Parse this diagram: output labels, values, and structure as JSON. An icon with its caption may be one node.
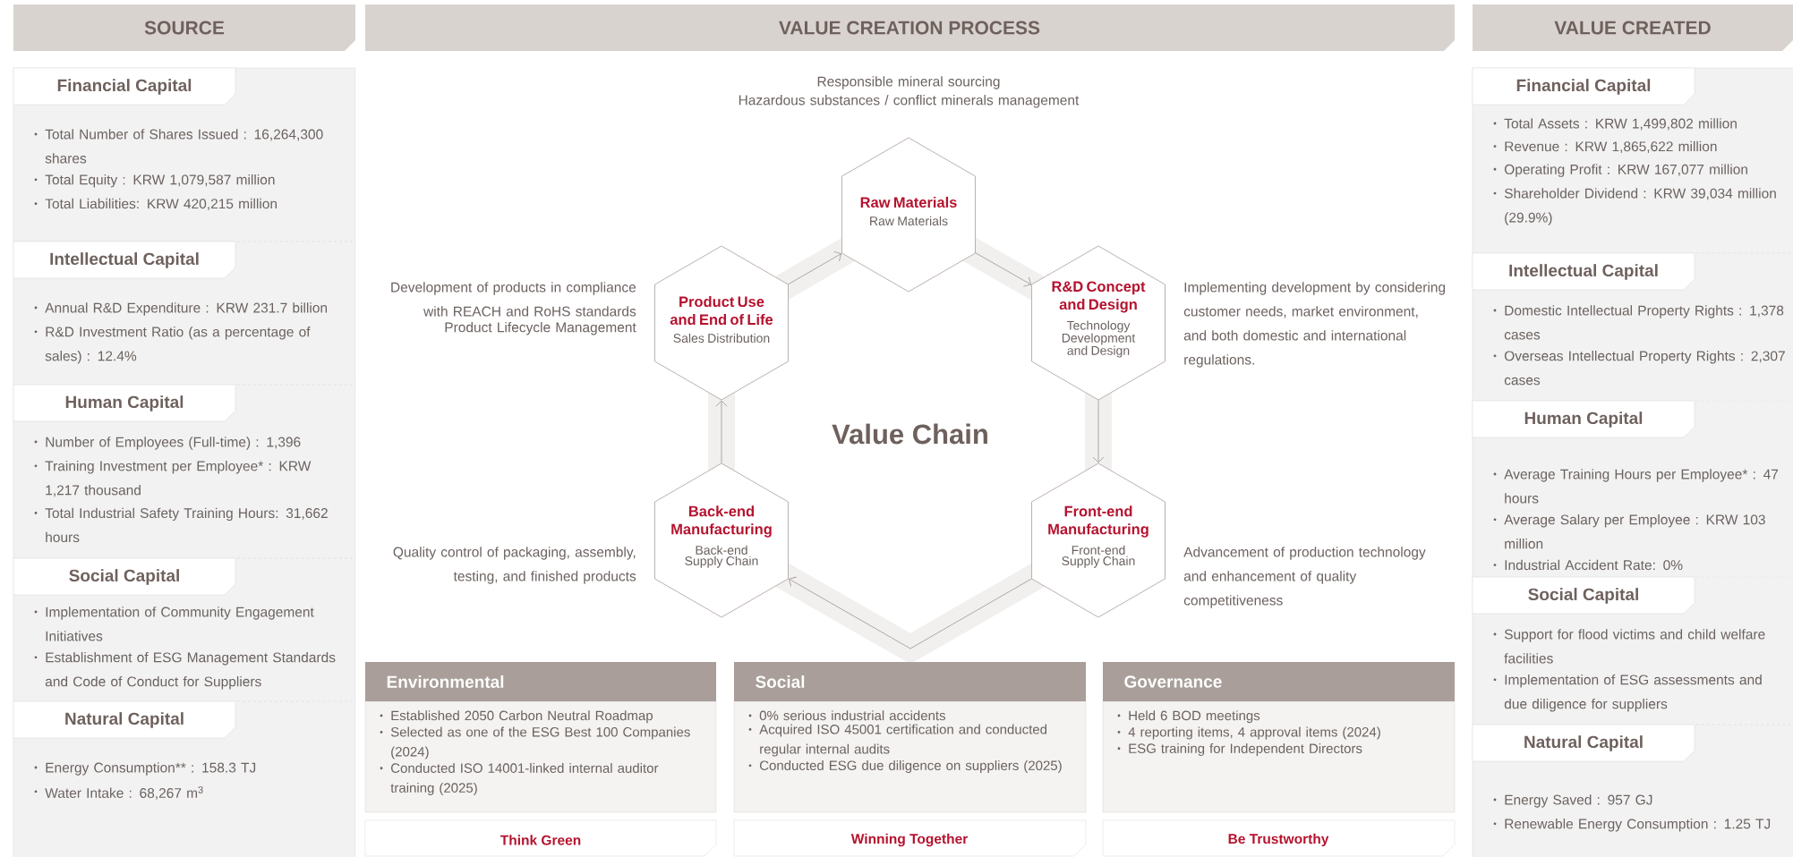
{
  "diagram": {
    "nodes": [
      {
        "text": [
          "SOURCE"
        ]
      },
      {
        "text": [
          "Financial Capital",
          "Total Number of Shares Issued : 16,264,300 shares",
          "Total Equity : KRW 1,079,587 million",
          "Total Liabilities: KRW 420,215 million"
        ]
      },
      {
        "text": [
          "Intellectual Capital",
          "Annual R&D Expenditure : KRW 231.7 billion",
          "R&D Investment Ratio (as a percentage of sales) : 12.4%"
        ]
      },
      {
        "text": [
          "Human Capital",
          "Number of Employees (Full-time) : 1,396",
          "Training Investment per Employee* : KRW 1,217 thousand",
          "Total Industrial Safety Training Hours: 31,662 hours"
        ]
      },
      {
        "text": [
          "Social Capital",
          "Implementation of Community Engagement Initiatives",
          "Establishment of ESG Management Standards and Code of Conduct for Suppliers"
        ]
      },
      {
        "text": [
          "Natural Capital",
          "Energy Consumption** : 158.3 TJ",
          "Water Intake : 68,267 m$^{3}$"
        ]
      },
      {
        "text": [
          "VALUE CREATION PROCESS"
        ]
      },
      {
        "text": [
          "Raw Materials",
          "Raw Materials"
        ],
        "beside": [
          "Responsible mineral sourcing",
          "Hazardous substances / conflict minerals management"
        ]
      },
      {
        "text": [
          "R&D Concept and Design",
          "Technology Development and Design"
        ],
        "beside": [
          "Implementing development by considering customer needs, market environment, and both domestic and international regulations."
        ]
      },
      {
        "text": [
          "Front-end Manufacturing",
          "Front-end Supply Chain"
        ],
        "beside": [
          "Advancement of production technology and enhancement of quality competitiveness"
        ]
      },
      {
        "text": [
          "Back-end Manufacturing",
          "Back-end Supply Chain"
        ],
        "beside": [
          "Quality control of packaging, assembly, testing, and finished products"
        ]
      },
      {
        "text": [
          "Product Use and End of Life",
          "Sales Distribution"
        ],
        "beside": [
          "Development of products in compliance with REACH and RoHS standards",
          "Product Lifecycle Management"
        ]
      },
      {
        "text": [
          "Environmental",
          "Established 2050 Carbon Neutral Roadmap",
          "Selected as one of the ESG Best 100 Companies (2024)",
          "Conducted ISO 14001-linked internal auditor training (2025)"
        ]
      },
      {
        "text": [
          "Social",
          "0% serious industrial accidents",
          "Acquired ISO 45001 certification and conducted regular internal audits",
          "Conducted ESG due diligence on suppliers (2025)"
        ]
      },
      {
        "text": [
          "Governance",
          "Held 6 BOD meetings",
          "4 reporting items, 4 approval items (2024)",
          "ESG training for Independent Directors"
        ]
      },
      {
        "text": [
          "Think Green"
        ]
      },
      {
        "text": [
          "Winning Together"
        ]
      },
      {
        "text": [
          "Be Trustworthy"
        ]
      },
      {
        "text": [
          "VALUE CREATED"
        ]
      },
      {
        "text": [
          "Financial Capital",
          "Total Assets : KRW 1,499,802 million",
          "Revenue : KRW 1,865,622 million",
          "Operating Profit : KRW 167,077 million",
          "Shareholder Dividend : KRW 39,034 million (29.9%)"
        ]
      },
      {
        "text": [
          "Intellectual Capital",
          "Domestic Intellectual Property Rights : 1,378 cases",
          "Overseas Intellectual Property Rights : 2,307 cases"
        ]
      },
      {
        "text": [
          "Human Capital",
          "Average Training Hours per Employee* : 47 hours",
          "Average Salary per Employee : KRW 103 million",
          "Industrial Accident Rate: 0%"
        ]
      },
      {
        "text": [
          "Social Capital",
          "Support for flood victims and child welfare facilities",
          "Implementation of ESG assessments and due diligence for suppliers"
        ]
      },
      {
        "text": [
          "Natural Capital",
          "Energy Saved : 957 GJ",
          "Renewable Energy Consumption : 1.25 TJ"
        ]
      }
    ],
    "edges": [
      {
        "from": 11,
        "to": 7,
        "arrow": "to"
      },
      {
        "from": 7,
        "to": 8,
        "arrow": "to"
      },
      {
        "from": 8,
        "to": 9,
        "arrow": "to"
      },
      {
        "from": 9,
        "to": 10,
        "arrow": "to"
      },
      {
        "from": 10,
        "to": 11,
        "arrow": "to"
      }
    ],
    "labels": [
      "Value Chain"
    ]
  }
}
